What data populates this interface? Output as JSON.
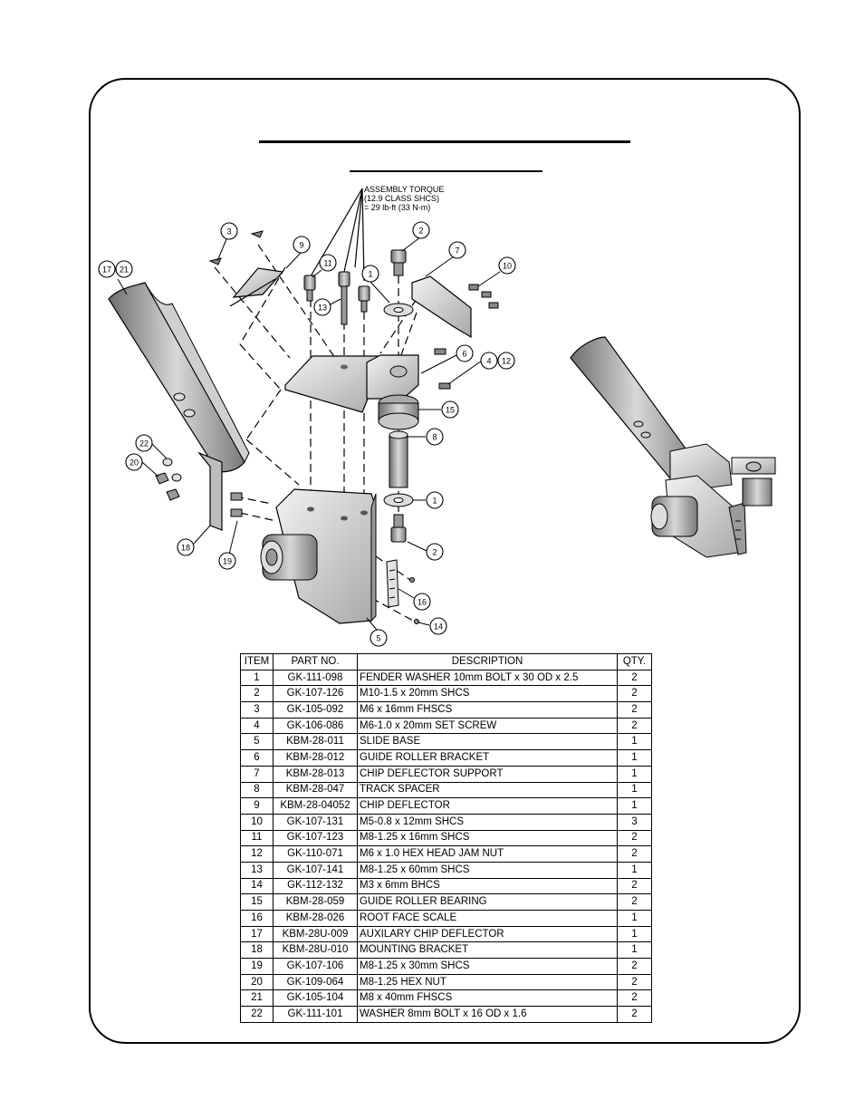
{
  "diagram": {
    "torque_note": [
      "ASSEMBLY TORQUE",
      "(12.9 CLASS SHCS)",
      "= 29 lb-ft (33 N-m)"
    ],
    "callouts": [
      {
        "id": "c3",
        "label": "3"
      },
      {
        "id": "c9",
        "label": "9"
      },
      {
        "id": "c2a",
        "label": "2"
      },
      {
        "id": "c7",
        "label": "7"
      },
      {
        "id": "c10",
        "label": "10"
      },
      {
        "id": "c17",
        "label": "17"
      },
      {
        "id": "c21",
        "label": "21"
      },
      {
        "id": "c11",
        "label": "11"
      },
      {
        "id": "c13",
        "label": "13"
      },
      {
        "id": "c1a",
        "label": "1"
      },
      {
        "id": "c6",
        "label": "6"
      },
      {
        "id": "c4",
        "label": "4"
      },
      {
        "id": "c12",
        "label": "12"
      },
      {
        "id": "c15",
        "label": "15"
      },
      {
        "id": "c8",
        "label": "8"
      },
      {
        "id": "c22",
        "label": "22"
      },
      {
        "id": "c20",
        "label": "20"
      },
      {
        "id": "c1b",
        "label": "1"
      },
      {
        "id": "c2b",
        "label": "2"
      },
      {
        "id": "c18",
        "label": "18"
      },
      {
        "id": "c19",
        "label": "19"
      },
      {
        "id": "c16",
        "label": "16"
      },
      {
        "id": "c14",
        "label": "14"
      },
      {
        "id": "c5",
        "label": "5"
      }
    ]
  },
  "parts_table": {
    "headers": [
      "ITEM",
      "PART NO.",
      "DESCRIPTION",
      "QTY."
    ],
    "rows": [
      {
        "item": "1",
        "part": "GK-111-098",
        "desc": "FENDER WASHER 10mm BOLT x 30 OD x 2.5",
        "qty": "2"
      },
      {
        "item": "2",
        "part": "GK-107-126",
        "desc": "M10-1.5 x 20mm SHCS",
        "qty": "2"
      },
      {
        "item": "3",
        "part": "GK-105-092",
        "desc": "M6 x 16mm FHSCS",
        "qty": "2"
      },
      {
        "item": "4",
        "part": "GK-106-086",
        "desc": "M6-1.0 x 20mm SET SCREW",
        "qty": "2"
      },
      {
        "item": "5",
        "part": "KBM-28-011",
        "desc": "SLIDE BASE",
        "qty": "1"
      },
      {
        "item": "6",
        "part": "KBM-28-012",
        "desc": "GUIDE ROLLER BRACKET",
        "qty": "1"
      },
      {
        "item": "7",
        "part": "KBM-28-013",
        "desc": "CHIP DEFLECTOR SUPPORT",
        "qty": "1"
      },
      {
        "item": "8",
        "part": "KBM-28-047",
        "desc": "TRACK SPACER",
        "qty": "1"
      },
      {
        "item": "9",
        "part": "KBM-28-04052",
        "desc": "CHIP DEFLECTOR",
        "qty": "1"
      },
      {
        "item": "10",
        "part": "GK-107-131",
        "desc": "M5-0.8 x 12mm SHCS",
        "qty": "3"
      },
      {
        "item": "11",
        "part": "GK-107-123",
        "desc": "M8-1.25 x 16mm SHCS",
        "qty": "2"
      },
      {
        "item": "12",
        "part": "GK-110-071",
        "desc": "M6 x 1.0 HEX HEAD JAM NUT",
        "qty": "2"
      },
      {
        "item": "13",
        "part": "GK-107-141",
        "desc": "M8-1.25 x 60mm SHCS",
        "qty": "1"
      },
      {
        "item": "14",
        "part": "GK-112-132",
        "desc": "M3 x 6mm BHCS",
        "qty": "2"
      },
      {
        "item": "15",
        "part": "KBM-28-059",
        "desc": "GUIDE ROLLER BEARING",
        "qty": "2"
      },
      {
        "item": "16",
        "part": "KBM-28-026",
        "desc": "ROOT FACE SCALE",
        "qty": "1"
      },
      {
        "item": "17",
        "part": "KBM-28U-009",
        "desc": "AUXILARY CHIP DEFLECTOR",
        "qty": "1"
      },
      {
        "item": "18",
        "part": "KBM-28U-010",
        "desc": "MOUNTING BRACKET",
        "qty": "1"
      },
      {
        "item": "19",
        "part": "GK-107-106",
        "desc": "M8-1.25 x 30mm SHCS",
        "qty": "2"
      },
      {
        "item": "20",
        "part": "GK-109-064",
        "desc": "M8-1.25 HEX NUT",
        "qty": "2"
      },
      {
        "item": "21",
        "part": "GK-105-104",
        "desc": "M8 x 40mm FHSCS",
        "qty": "2"
      },
      {
        "item": "22",
        "part": "GK-111-101",
        "desc": "WASHER 8mm BOLT x 16 OD x 1.6",
        "qty": "2"
      }
    ]
  }
}
